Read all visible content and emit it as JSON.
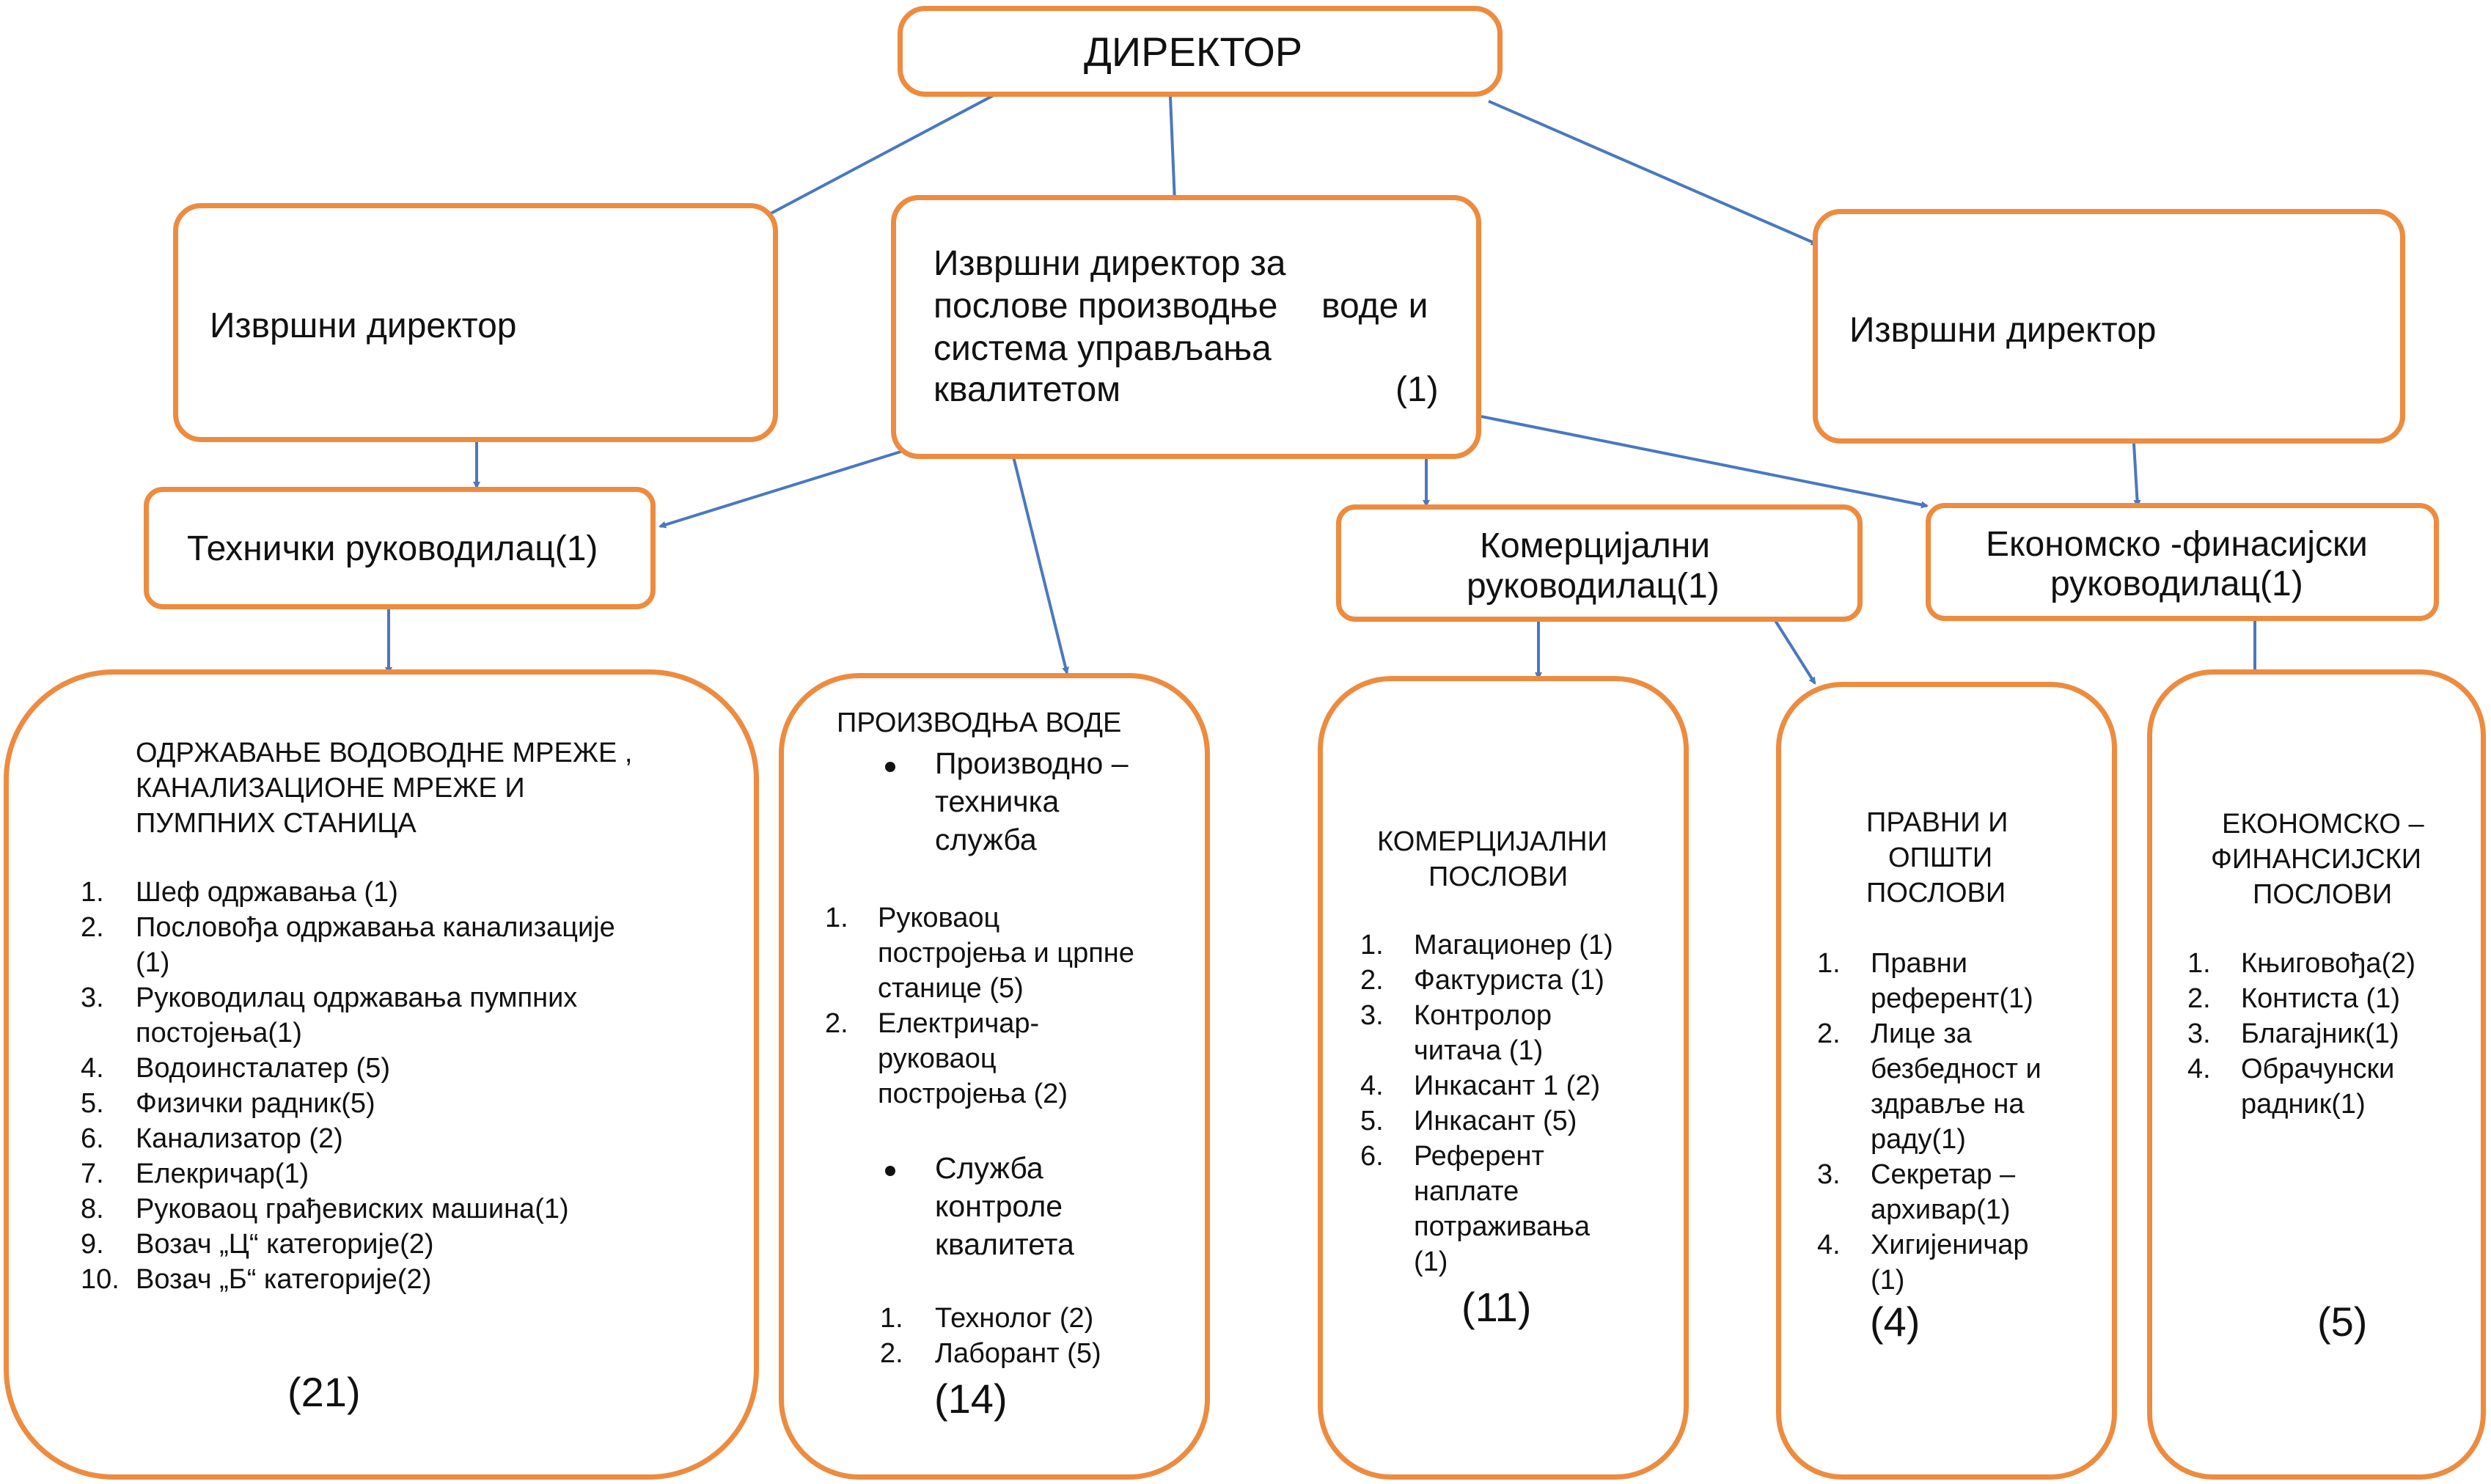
{
  "director": {
    "title": "ДИРЕКТОР"
  },
  "exec_left": {
    "title": "Извршни директор"
  },
  "exec_center": {
    "lines": [
      "Извршни директор за",
      "послове производње",
      "воде и",
      "система управљања",
      "квалитетом",
      "(1)"
    ]
  },
  "exec_right": {
    "title": "Извршни директор"
  },
  "managers": {
    "technical": "Технички руководилац(1)",
    "commercial": [
      "Комерцијални",
      "руководилац(1)"
    ],
    "economic": [
      "Економско -финасијски",
      "руководилац(1)"
    ]
  },
  "units": {
    "maintenance": {
      "title_lines": [
        "ОДРЖАВАЊЕ ВОДОВОДНЕ МРЕЖЕ ,",
        "КАНАЛИЗАЦИОНЕ МРЕЖЕ И",
        "ПУМПНИХ СТАНИЦА"
      ],
      "items": [
        {
          "n": "1.",
          "lines": [
            "Шеф одржавања (1)"
          ]
        },
        {
          "n": "2.",
          "lines": [
            "Пословођа одржавања канализације",
            "(1)"
          ]
        },
        {
          "n": "3.",
          "lines": [
            "Руководилац  одржавања пумпних",
            "постојења(1)"
          ]
        },
        {
          "n": "4.",
          "lines": [
            "Водоинсталатер (5)"
          ]
        },
        {
          "n": "5.",
          "lines": [
            "Физички радник(5)"
          ]
        },
        {
          "n": "6.",
          "lines": [
            "Канализатор (2)"
          ]
        },
        {
          "n": "7.",
          "lines": [
            "Елекричар(1)"
          ]
        },
        {
          "n": "8.",
          "lines": [
            "Руковаоц грађевиских машина(1)"
          ]
        },
        {
          "n": "9.",
          "lines": [
            "Возач „Ц“ категорије(2)"
          ]
        },
        {
          "n": "10.",
          "lines": [
            "Возач „Б“ категорије(2)"
          ]
        }
      ],
      "total": "(21)"
    },
    "production": {
      "title": "ПРОИЗВОДЊА ВОДЕ",
      "service1": [
        "Производно –",
        "техничка",
        "служба"
      ],
      "items1": [
        {
          "n": "1.",
          "lines": [
            "Руковаоц",
            "постројења и црпне",
            "станице (5)"
          ]
        },
        {
          "n": "2.",
          "lines": [
            "Електричар-",
            "руковаоц",
            "постројења (2)"
          ]
        }
      ],
      "service2": [
        "Служба",
        "контроле",
        "квалитета"
      ],
      "items2": [
        {
          "n": "1.",
          "lines": [
            "Технолог (2)"
          ]
        },
        {
          "n": "2.",
          "lines": [
            "Лаборант (5)"
          ]
        }
      ],
      "total": "(14)"
    },
    "commercial": {
      "title_lines": [
        "КОМЕРЦИЈАЛНИ",
        "ПОСЛОВИ"
      ],
      "items": [
        {
          "n": "1.",
          "lines": [
            "Магационер (1)"
          ]
        },
        {
          "n": "2.",
          "lines": [
            "Фактуриста (1)"
          ]
        },
        {
          "n": "3.",
          "lines": [
            "Контролор",
            "читача (1)"
          ]
        },
        {
          "n": "4.",
          "lines": [
            "Инкасант 1 (2)"
          ]
        },
        {
          "n": "5.",
          "lines": [
            "Инкасант (5)"
          ]
        },
        {
          "n": "6.",
          "lines": [
            "Референт",
            "наплате",
            "потраживања",
            "(1)"
          ]
        }
      ],
      "total": "(11)"
    },
    "legal": {
      "title_lines": [
        "ПРАВНИ И",
        "ОПШТИ",
        "ПОСЛОВИ"
      ],
      "items": [
        {
          "n": "1.",
          "lines": [
            "Правни",
            "референт(1)"
          ]
        },
        {
          "n": "2.",
          "lines": [
            "Лице за",
            "безбедност и",
            "здравље на",
            "раду(1)"
          ]
        },
        {
          "n": "3.",
          "lines": [
            "Секретар –",
            "архивар(1)"
          ]
        },
        {
          "n": "4.",
          "lines": [
            "Хигијеничар",
            "(1)"
          ]
        }
      ],
      "total": "(4)"
    },
    "economic": {
      "title_lines": [
        "ЕКОНОМСКО –",
        "ФИНАНСИЈСКИ",
        "ПОСЛОВИ"
      ],
      "items": [
        {
          "n": "1.",
          "lines": [
            "Књиговођа(2)"
          ]
        },
        {
          "n": "2.",
          "lines": [
            "Контиста (1)"
          ]
        },
        {
          "n": "3.",
          "lines": [
            "Благајник(1)"
          ]
        },
        {
          "n": "4.",
          "lines": [
            "Обрачунски",
            "радник(1)"
          ]
        }
      ],
      "total": "(5)"
    }
  },
  "colors": {
    "box_border": "#ed8b3f",
    "arrow": "#4a78bf"
  }
}
